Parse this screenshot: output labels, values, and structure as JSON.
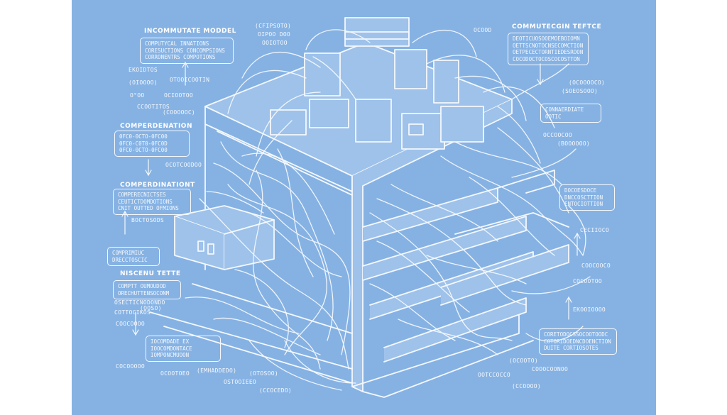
{
  "colors": {
    "background": "#86b2e3",
    "ink": "#f4f8fd",
    "margin": "#ffffff"
  },
  "labels": {
    "top_left_title": "INCOMMUTATE MODDEL",
    "top_left_box": [
      "COMPUTYCAL INNATIONS",
      "CORESUCTIONS CONCOMPSIONS",
      "CORRONENTRS COMPOTIONS"
    ],
    "mid_left_title": "COMPERDENATION",
    "mid_left_box": [
      "0FC0-0CTO-0FC00",
      "0FC0-C0T0-0FC0D",
      "0FC0-0CTO-0FC00"
    ],
    "left_title_2": "COMPERDINATIONT",
    "left_box_2": [
      "COMPERECNICTSES",
      "CEUTICTDOMDOTIONS",
      "CNIT OUTTED OFMIONS"
    ],
    "left_small": [
      "COMPRIMIUC",
      "DRECCTOSCIC"
    ],
    "left_title_3": "NISCENU TETTE",
    "left_box_3": [
      "COMPTT OUMOUDOD",
      "ORECHUTTENSOCONM"
    ],
    "bottom_left_box": [
      "IOCOMDADE EX",
      "IOOCOMDONTACE",
      "IOMPONCMUOON"
    ],
    "top_right_title": "COMMUTECGIN TEFTCE",
    "top_right_box": [
      "DEOTICUOSOOEMOEBOIOMN",
      "OETTSCNOTOCNSECOMCTION",
      "OETPECECTORNTIEDESROON",
      "COCODOCTOCOSCOCOSTTON"
    ],
    "right_title": "CONNAERDIATE",
    "right_title_2": "OOTIC",
    "right_box": [
      "DOCOESDOCE",
      "DNCCOSCTTION",
      "ENTOCIOTTION"
    ],
    "bottom_right_box": [
      "CORETODOCSSOCOOTOODC",
      "COTORIDOEDNCDOENCTION",
      "DUITE CORTIOSOTES"
    ],
    "scribbles": [
      "(CFIPSOTO)",
      "OIPOO DOO",
      "OOIOTOO",
      "EKOIDTOS",
      "OTOOICOOTIN",
      "(OIOOOO)",
      "OCIOOTOO",
      "O°OO",
      "CCOOTITOS",
      "(COOOOOC)",
      "OCOTCOODOO",
      "BOCTOSODS",
      "OSECTICNODONDO",
      "(OOSO)",
      "COTTOCIKOS",
      "COOCOOOO",
      "COCOOOOO",
      "OCOOTOEO",
      "(OCOOOOCO)",
      "(SOEOSOOO)",
      "OCCOOCOO",
      "(BOOOOOO)",
      "CECIIOCO",
      "COOCOOCO",
      "COCOOTOO",
      "EKOOIOOOO",
      "(EMHADDEDO)",
      "OSTOOIEEO",
      "(OTOSOO)",
      "(CCOCEDO)",
      "(OCOOTO)",
      "COOOCOONOO",
      "OOTCCOCCO",
      "(CCOOOO)",
      "OCOOD"
    ]
  }
}
